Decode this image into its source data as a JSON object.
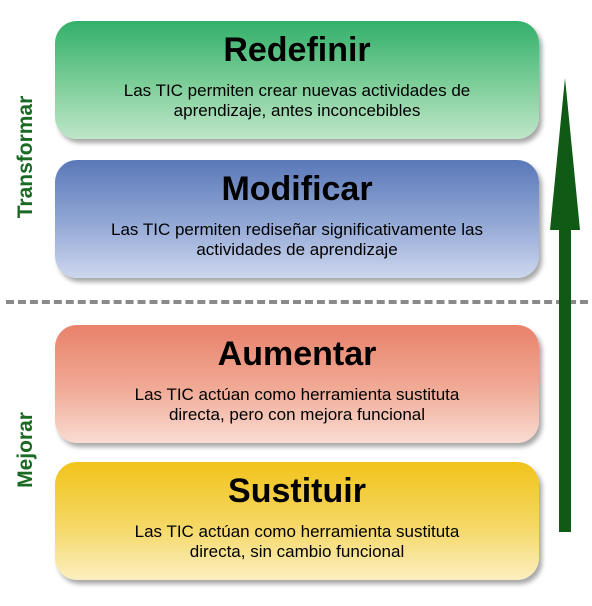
{
  "side_labels": {
    "transformar": "Transformar",
    "mejorar": "Mejorar"
  },
  "levels": [
    {
      "title": "Redefinir",
      "description": "Las TIC permiten crear nuevas actividades de aprendizaje, antes inconcebibles",
      "color": "#33b06a"
    },
    {
      "title": "Modificar",
      "description": "Las TIC permiten rediseñar significativamente las actividades de aprendizaje",
      "color": "#5a78b8"
    },
    {
      "title": "Aumentar",
      "description": "Las TIC actúan como herramienta sustituta directa, pero con mejora funcional",
      "color": "#e9816a"
    },
    {
      "title": "Sustituir",
      "description": "Las TIC actúan como herramienta sustituta directa, sin cambio funcional",
      "color": "#f1c31a"
    }
  ],
  "colors": {
    "arrow": "#0f5a14",
    "side_label": "#1a6a23",
    "divider": "#8a8a8a"
  },
  "icons": {
    "arrow": "arrow-up-icon"
  }
}
